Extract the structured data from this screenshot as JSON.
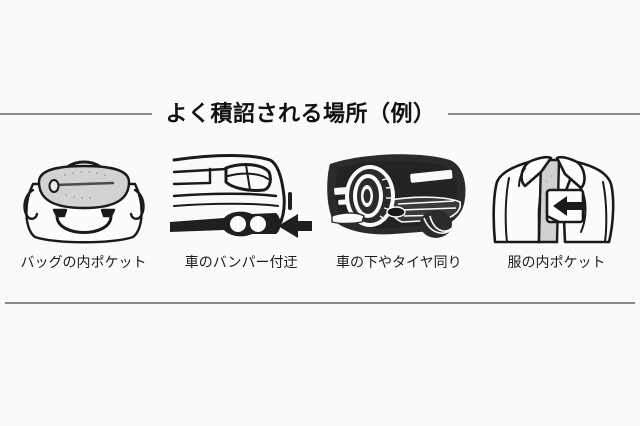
{
  "page": {
    "background_color": "#fafafa",
    "rule_color": "#8a8a8e"
  },
  "heading": {
    "text": "よく積詔される場所（例）"
  },
  "items": [
    {
      "icon": "handbag-illustration",
      "caption": "バッグの内ポケット"
    },
    {
      "icon": "car-rear-bumper-illustration",
      "caption": "車のバンパー付迂"
    },
    {
      "icon": "car-underbody-wheel-illustration",
      "caption": "車の下やタイヤ同り"
    },
    {
      "icon": "jacket-inner-pocket-illustration",
      "caption": "服の内ポケット"
    }
  ]
}
